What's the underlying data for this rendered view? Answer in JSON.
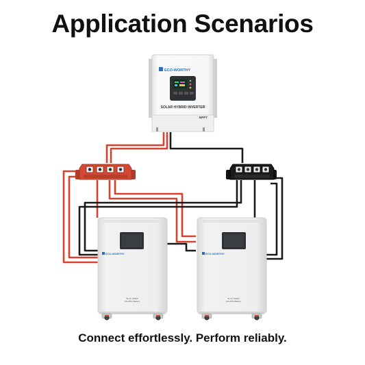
{
  "title": "Application Scenarios",
  "tagline": "Connect effortlessly. Perform reliably.",
  "inverter": {
    "brand": "ECO-WORTHY",
    "label": "SOLAR HYBRID INVERTER",
    "badge": "MPPT"
  },
  "battery_left": {
    "brand": "ECO-WORTHY",
    "spec_line1": "51.2V 100Ah",
    "spec_line2": "LiFePO4 Battery"
  },
  "battery_right": {
    "brand": "ECO-WORTHY",
    "spec_line1": "51.2V 100Ah",
    "spec_line2": "LiFePO4 Battery"
  },
  "colors": {
    "positive_wire": "#d8412e",
    "negative_wire": "#1a1a1a",
    "positive_busbar": "#d24a33",
    "negative_busbar": "#1b1b1b",
    "device_body": "#ececec",
    "screen": "#2f3235"
  }
}
